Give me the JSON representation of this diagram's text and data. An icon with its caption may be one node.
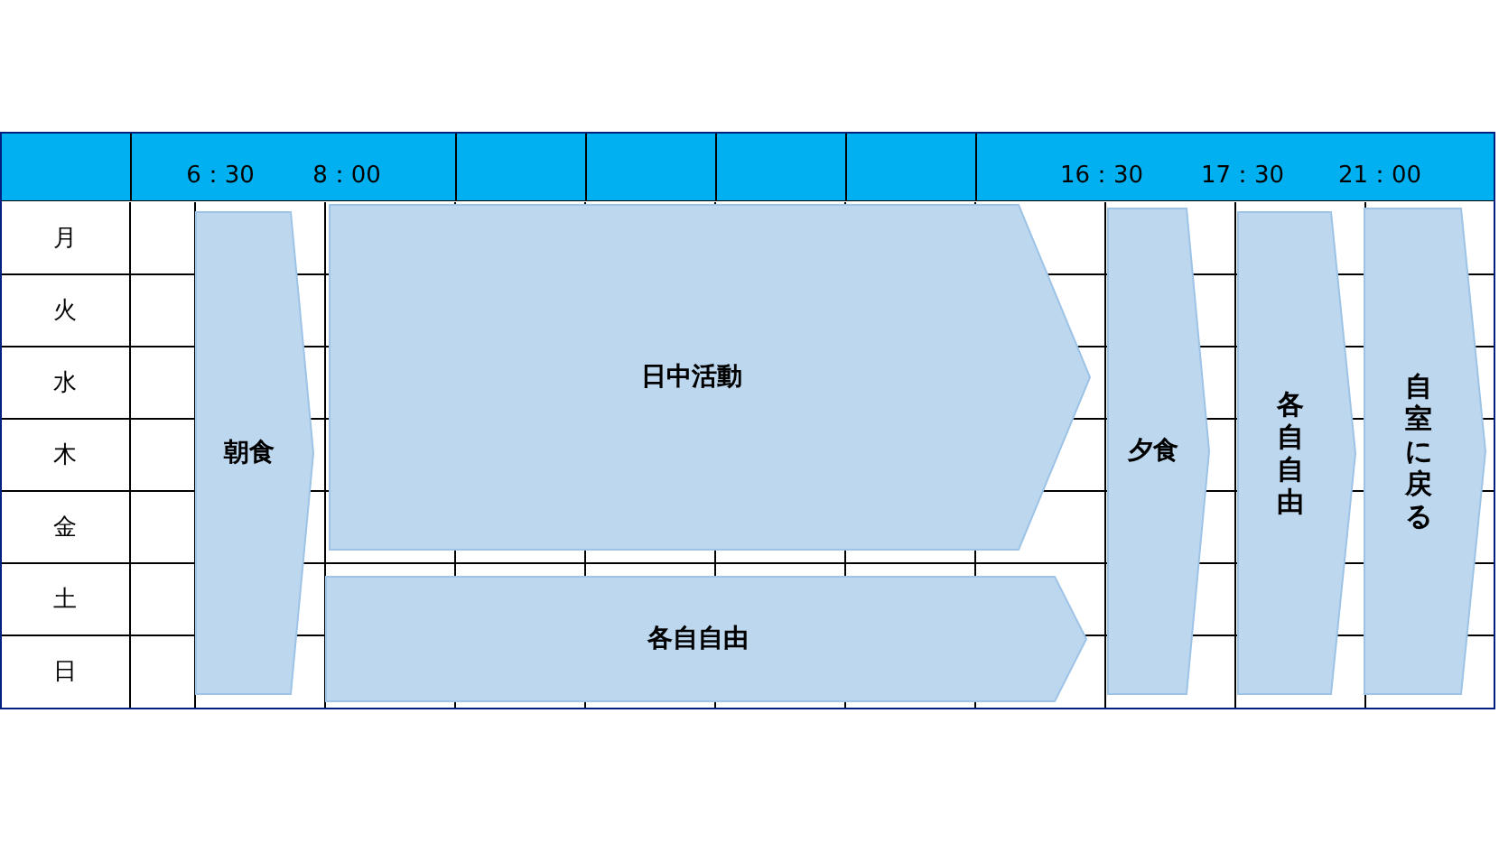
{
  "diagram": {
    "nodes": [
      {
        "text": [
          "朝食"
        ]
      },
      {
        "text": [
          "日中活動"
        ]
      },
      {
        "text": [
          "各自自由"
        ]
      },
      {
        "text": [
          "夕食"
        ]
      },
      {
        "text": [
          "各自自由"
        ]
      },
      {
        "text": [
          "自室に戻る"
        ]
      }
    ],
    "labels": [
      "6：30",
      "8：00",
      "16：30",
      "17：30",
      "21：00",
      "月",
      "火",
      "水",
      "木",
      "金",
      "土",
      "日"
    ]
  }
}
